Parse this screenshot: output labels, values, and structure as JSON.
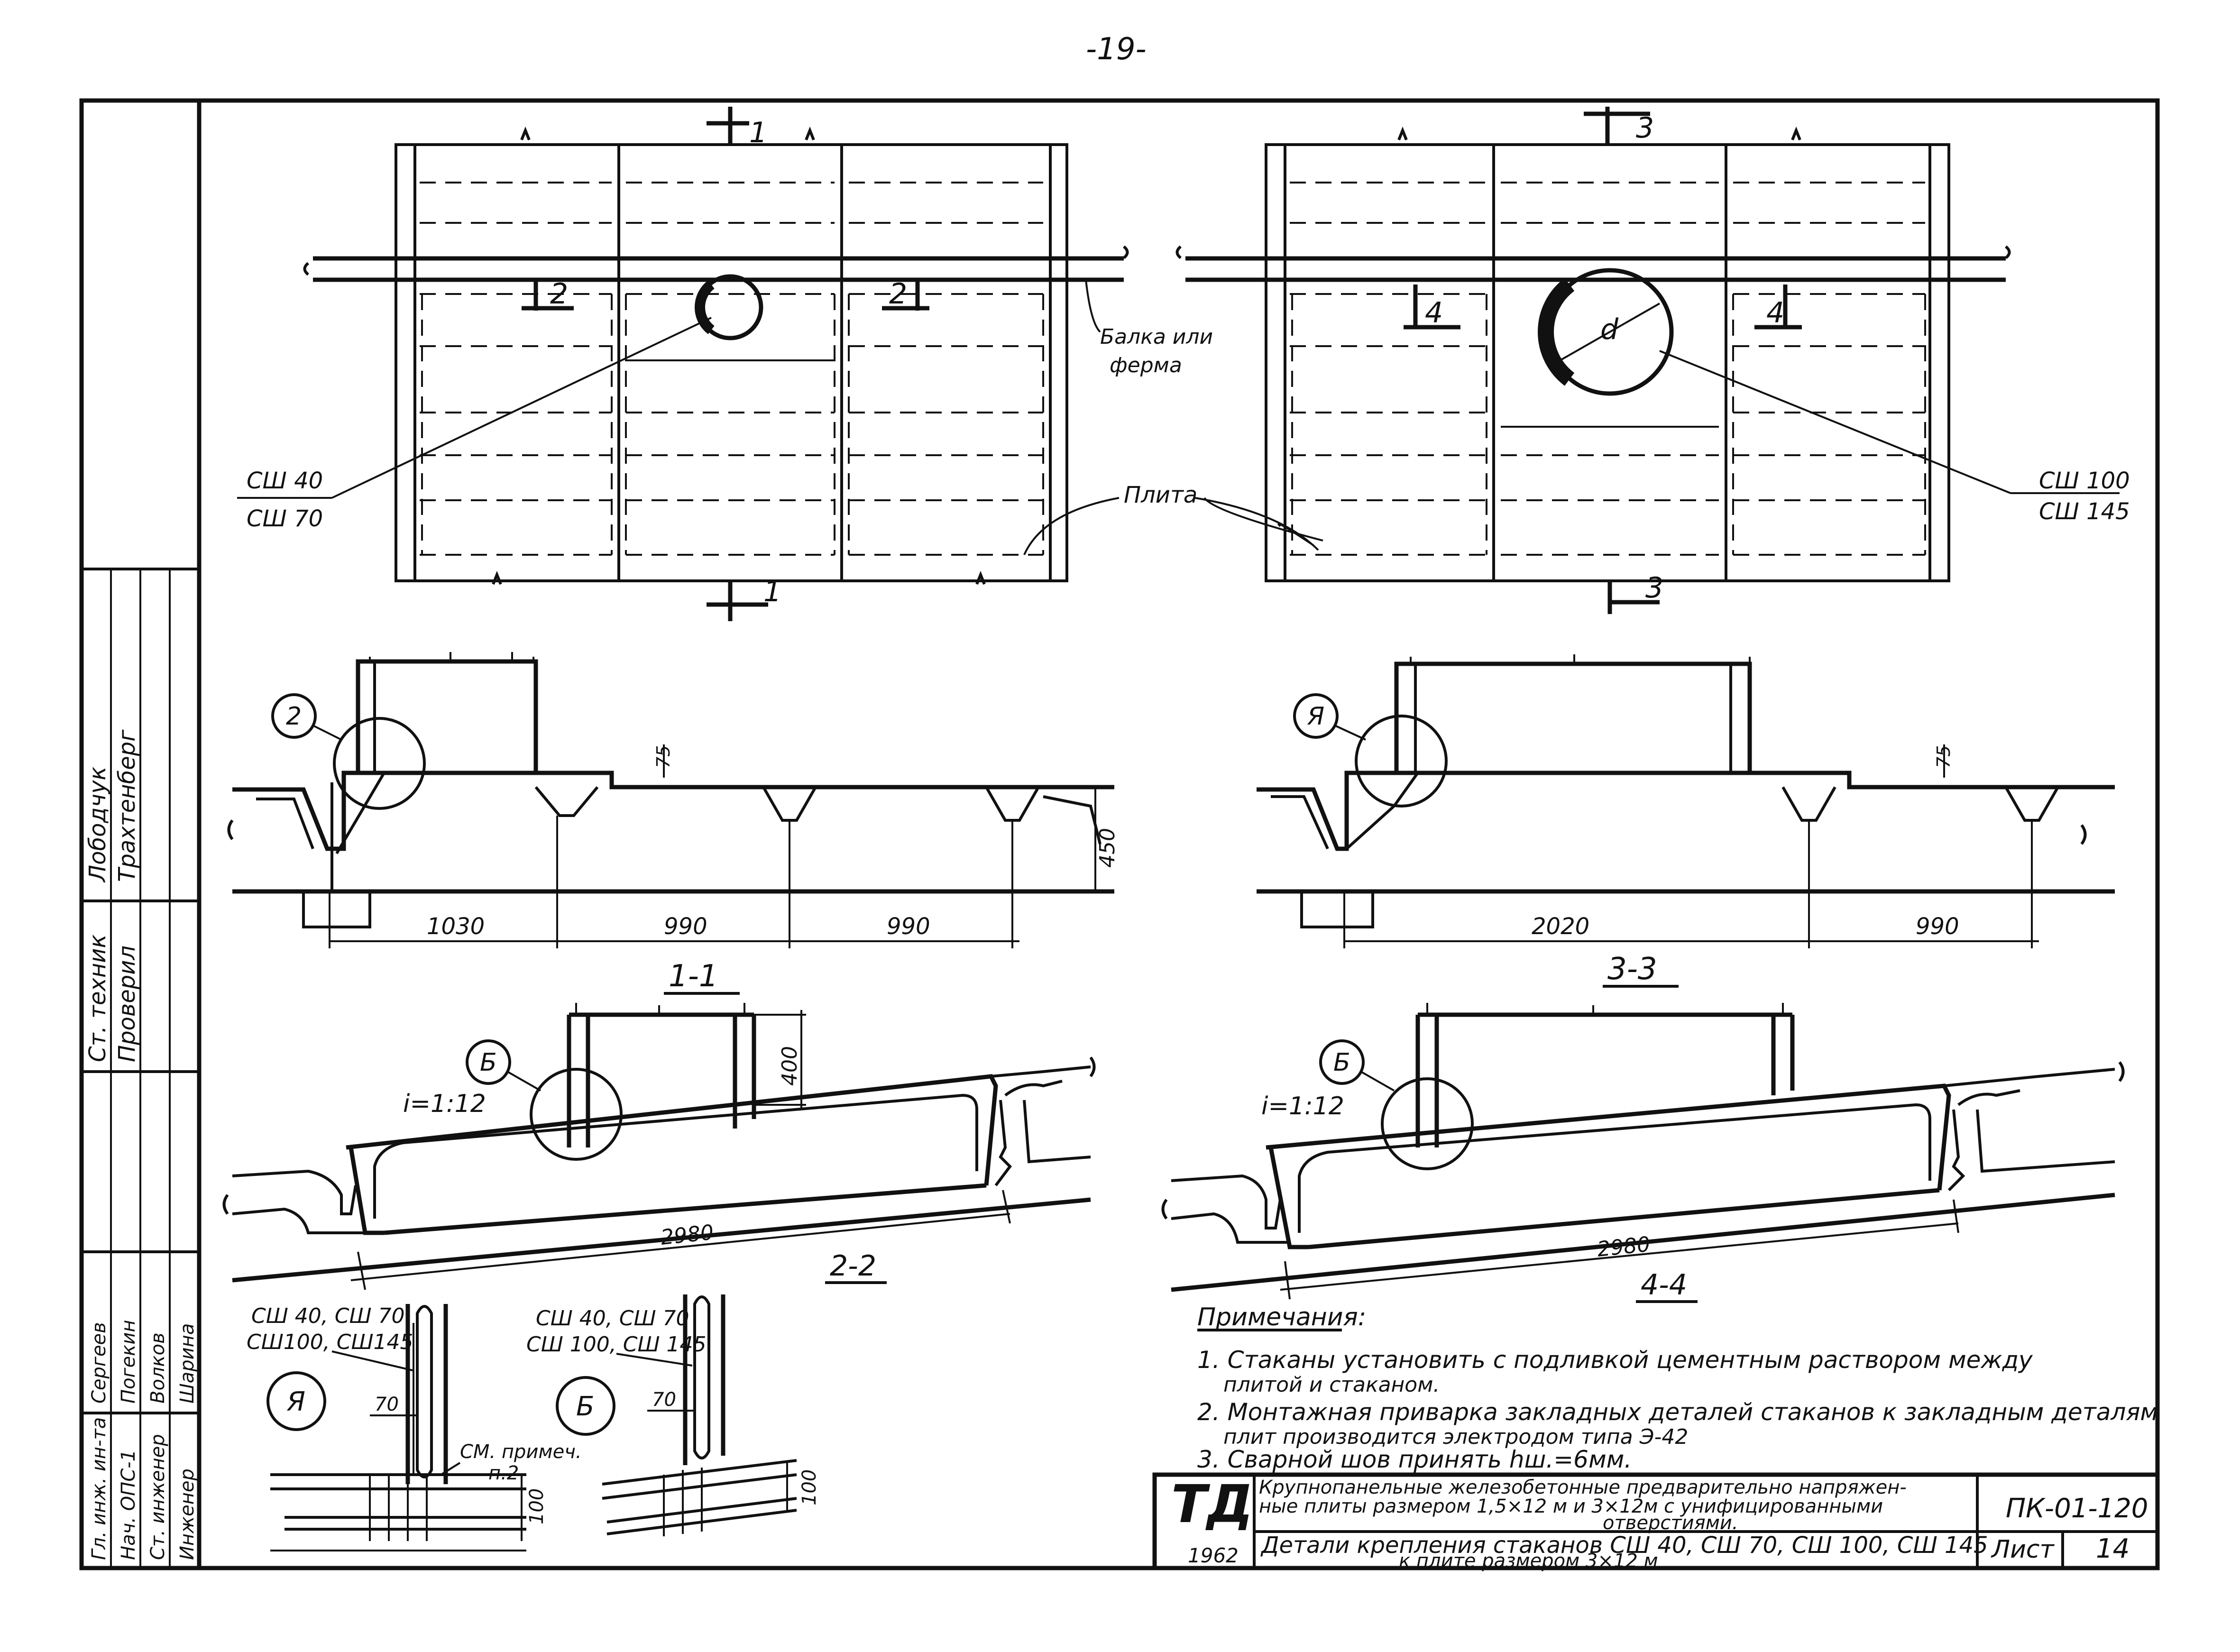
{
  "page_number": "-19-",
  "cuts": {
    "c1": "1",
    "c3": "3",
    "c2": "2",
    "c4": "4"
  },
  "plan_left": {
    "beam_label_1": "Балка или",
    "beam_label_2": "ферма",
    "mark_top": "СШ 40",
    "mark_bottom": "СШ 70"
  },
  "plan_right": {
    "diameter": "d",
    "mark_top": "СШ 100",
    "mark_bottom": "СШ 145"
  },
  "slab_label": "Плита",
  "elev_left": {
    "callout": "2",
    "dim_75": "75",
    "dim_450": "450",
    "dims": [
      "1030",
      "990",
      "990"
    ]
  },
  "elev_right": {
    "callout": "Я",
    "dim_75": "75",
    "dims": [
      "2020",
      "990"
    ]
  },
  "section_1_1": {
    "title": "1-1",
    "callout": "Б",
    "slope": "i=1:12",
    "dim_400": "400",
    "dim_2980": "2980",
    "label_2_2": "2-2"
  },
  "section_3_3": {
    "title": "3-3",
    "callout": "Б",
    "slope": "i=1:12",
    "dim_2980": "2980",
    "label_4_4": "4-4"
  },
  "detail_ya": {
    "marks_1": "СШ 40, СШ 70",
    "marks_2": "СШ100, СШ145",
    "callout": "Я",
    "dim_70": "70",
    "note_1": "СМ. примеч.",
    "note_2": "п.2",
    "dim_100": "100"
  },
  "detail_b": {
    "marks_1": "СШ 40, СШ 70",
    "marks_2": "СШ 100, СШ 145",
    "callout": "Б",
    "dim_70": "70",
    "dim_100": "100"
  },
  "notes": {
    "title": "Примечания:",
    "n1a": "1. Стаканы установить с подливкой цементным раствором между",
    "n1b": "плитой и стаканом.",
    "n2a": "2. Монтажная приварка закладных деталей стаканов к закладным деталям",
    "n2b": "плит производится электродом типа Э-42",
    "n3": "3. Сварной шов принять hш.=6мм."
  },
  "title_block": {
    "logo": "ТД",
    "year": "1962",
    "title_1": "Крупнопанельные железобетонные предварительно напряжен-",
    "title_2": "ные плиты размером 1,5×12 м и 3×12м с унифицированными",
    "title_3": "отверстиями.",
    "detail_1": "Детали крепления стаканов СШ 40, СШ 70, СШ 100, СШ 145",
    "detail_2": "к плите размером 3×12 м",
    "code": "ПК-01-120",
    "sheet_label": "Лист",
    "sheet_no": "14"
  },
  "side_stamp": {
    "row1": [
      "Гл. инж. ин-та",
      "Сергеев"
    ],
    "row2": [
      "Нач. ОПС-1",
      "Погекин"
    ],
    "row3": [
      "Ст. инженер",
      "Волков"
    ],
    "row4": [
      "Инженер",
      "Шарина"
    ],
    "row5": [
      "Ст. техник",
      "Лободчук"
    ],
    "row6": [
      "Проверил",
      "Трахтенберг"
    ]
  }
}
